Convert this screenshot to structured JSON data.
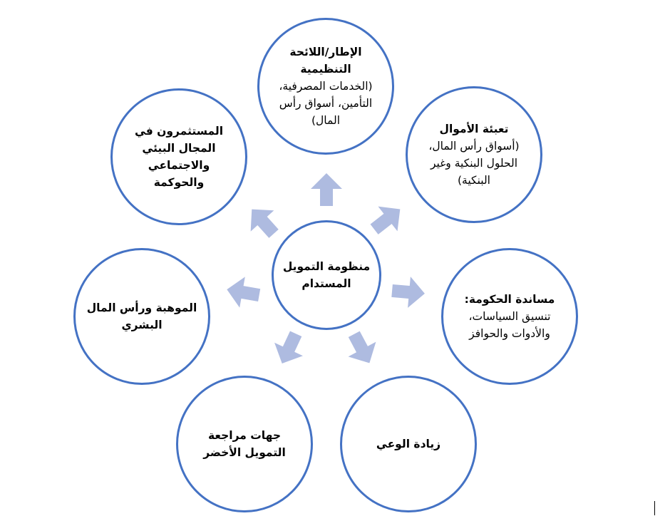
{
  "colors": {
    "circle_border": "#4472c4",
    "arrow_fill": "#aebbe0",
    "background": "#ffffff"
  },
  "center": {
    "title": "منظومة التمويل المستدام"
  },
  "nodes": [
    {
      "id": "regulatory",
      "title": "الإطار/اللائحة التنظيمية",
      "detail": "(الخدمات المصرفية، التأمين، أسواق رأس المال)"
    },
    {
      "id": "mobilization",
      "title": "تعبئة الأموال",
      "detail": "(أسواق رأس المال، الحلول البنكية وغير البنكية)"
    },
    {
      "id": "government",
      "title": "مساندة الحكومة:",
      "detail": "تنسيق السياسات، والأدوات والحوافز"
    },
    {
      "id": "awareness",
      "title": "زيادة الوعي",
      "detail": ""
    },
    {
      "id": "reviewers",
      "title": "جهات مراجعة التمويل الأخضر",
      "detail": ""
    },
    {
      "id": "talent",
      "title": "الموهبة ورأس المال البشري",
      "detail": ""
    },
    {
      "id": "esg-investors",
      "title": "المستثمرون في المجال البيئي والاجتماعي والحوكمة",
      "detail": ""
    }
  ]
}
